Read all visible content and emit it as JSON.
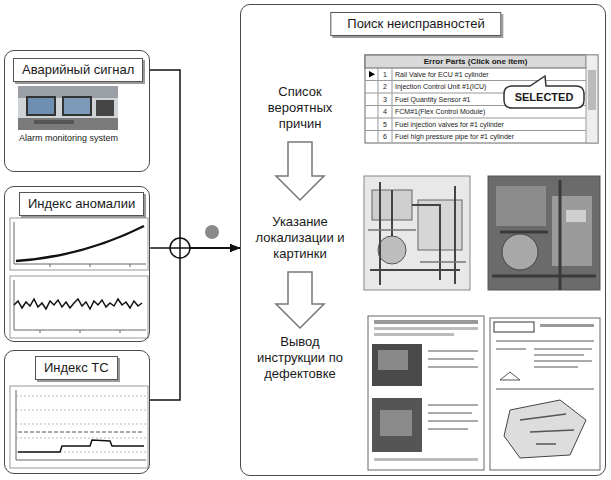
{
  "diagram": {
    "nodes": [
      {
        "text": [
          "Аварийный сигнал",
          "Alarm monitoring system"
        ]
      },
      {
        "text": [
          "Индекс аномалии"
        ]
      },
      {
        "text": [
          "Индекс ТС"
        ]
      },
      {
        "text": [
          "Поиск неисправностей"
        ]
      }
    ],
    "edges": [
      {
        "from": 0,
        "to": 3,
        "arrow": "to"
      },
      {
        "from": 1,
        "to": 3,
        "arrow": "to"
      },
      {
        "from": 2,
        "to": 3,
        "arrow": "to"
      }
    ],
    "labels": [
      "Список вероятных причин",
      "Указание локализации и картинки",
      "Вывод инструкции по дефектовке",
      "Error Parts (Click one item)",
      "1",
      "Rail Valve for ECU #1 cylinder",
      "2",
      "Injection Control Unit #1(ICU)",
      "3",
      "Fuel Quantity Sensor #1",
      "4",
      "FCM#1(Flex Control Module)",
      "5",
      "Fuel injection valves for #1 cylinder",
      "6",
      "Fuel high pressure pipe for #1 cylinder",
      "SELECTED"
    ]
  }
}
